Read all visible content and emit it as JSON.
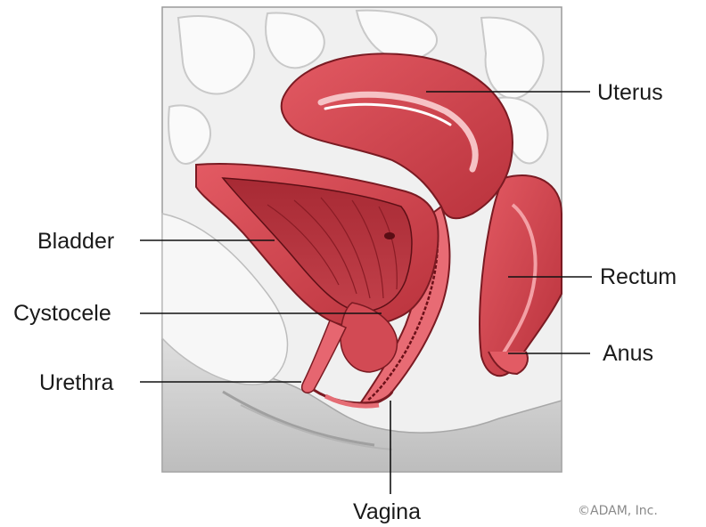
{
  "labels": {
    "uterus": "Uterus",
    "bladder": "Bladder",
    "rectum": "Rectum",
    "cystocele": "Cystocele",
    "anus": "Anus",
    "urethra": "Urethra",
    "vagina": "Vagina"
  },
  "credit": "©ADAM, Inc.",
  "colors": {
    "background": "#ffffff",
    "tissue_light": "#f2f2f2",
    "tissue_gray": "#d8d8d8",
    "organ_red": "#d9434f",
    "organ_pink": "#f08a8f",
    "organ_dark": "#8c1f28",
    "leader_line": "#111111"
  }
}
